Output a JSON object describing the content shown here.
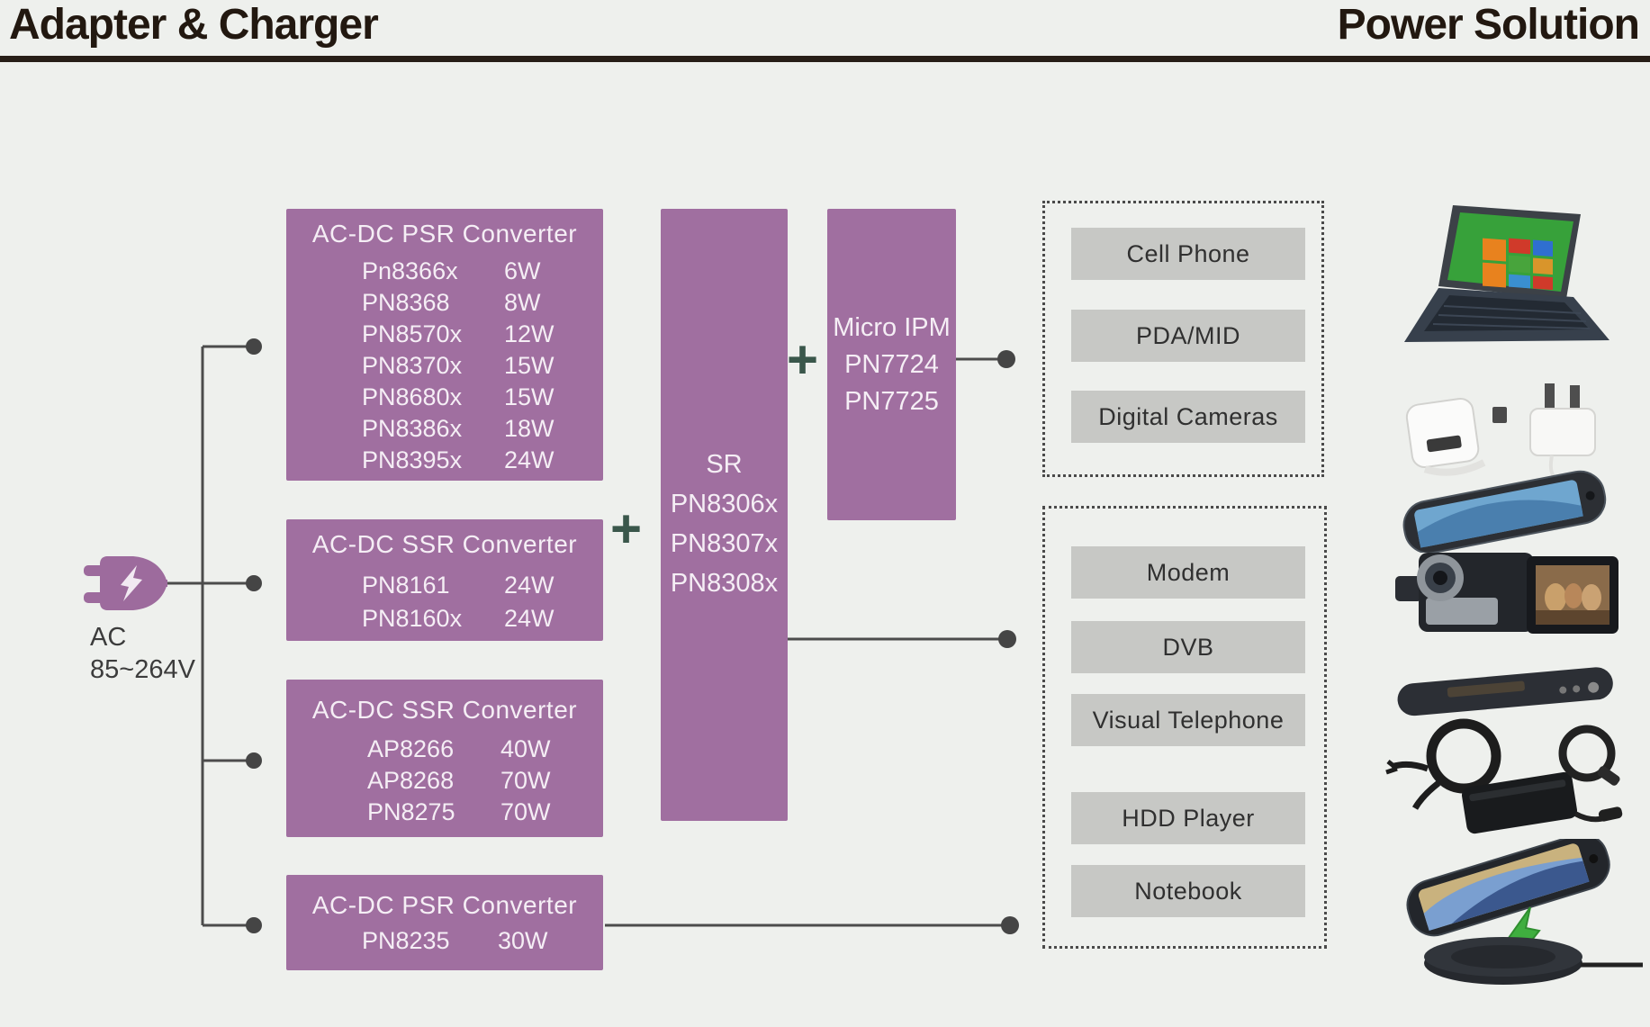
{
  "header": {
    "title_left": "Adapter & Charger",
    "title_right": "Power Solution"
  },
  "source": {
    "label_line1": "AC",
    "label_line2": "85~264V"
  },
  "plus": "+",
  "converters": [
    {
      "title": "AC-DC PSR Converter",
      "parts": [
        {
          "name": "Pn8366x",
          "watt": "6W"
        },
        {
          "name": "PN8368",
          "watt": "8W"
        },
        {
          "name": "PN8570x",
          "watt": "12W"
        },
        {
          "name": "PN8370x",
          "watt": "15W"
        },
        {
          "name": "PN8680x",
          "watt": "15W"
        },
        {
          "name": "PN8386x",
          "watt": "18W"
        },
        {
          "name": "PN8395x",
          "watt": "24W"
        }
      ]
    },
    {
      "title": "AC-DC SSR Converter",
      "parts": [
        {
          "name": "PN8161",
          "watt": "24W"
        },
        {
          "name": "PN8160x",
          "watt": "24W"
        }
      ]
    },
    {
      "title": "AC-DC SSR Converter",
      "parts": [
        {
          "name": "AP8266",
          "watt": "40W"
        },
        {
          "name": "AP8268",
          "watt": "70W"
        },
        {
          "name": "PN8275",
          "watt": "70W"
        }
      ]
    },
    {
      "title": "AC-DC PSR Converter",
      "parts": [
        {
          "name": "PN8235",
          "watt": "30W"
        }
      ]
    }
  ],
  "sr_block": {
    "title": "SR",
    "parts": [
      "PN8306x",
      "PN8307x",
      "PN8308x"
    ]
  },
  "micro_ipm_block": {
    "title": "Micro IPM",
    "parts": [
      "PN7724",
      "PN7725"
    ]
  },
  "applications_group1": [
    "Cell Phone",
    "PDA/MID",
    "Digital Cameras"
  ],
  "applications_group2": [
    "Modem",
    "DVB",
    "Visual Telephone",
    "HDD Player",
    "Notebook"
  ],
  "product_images": [
    "notebook-laptop",
    "usb-wall-chargers",
    "smartphone",
    "camcorder",
    "bar-device",
    "power-adapter-with-cables",
    "wireless-charging-phone"
  ],
  "colors": {
    "background": "#eef0ed",
    "block_purple": "#a06fa0",
    "block_text": "#f5eef5",
    "app_box_gray": "#c7c8c5",
    "connector": "#4c4c4c",
    "plus_green": "#3a574b",
    "header_text": "#221810"
  }
}
